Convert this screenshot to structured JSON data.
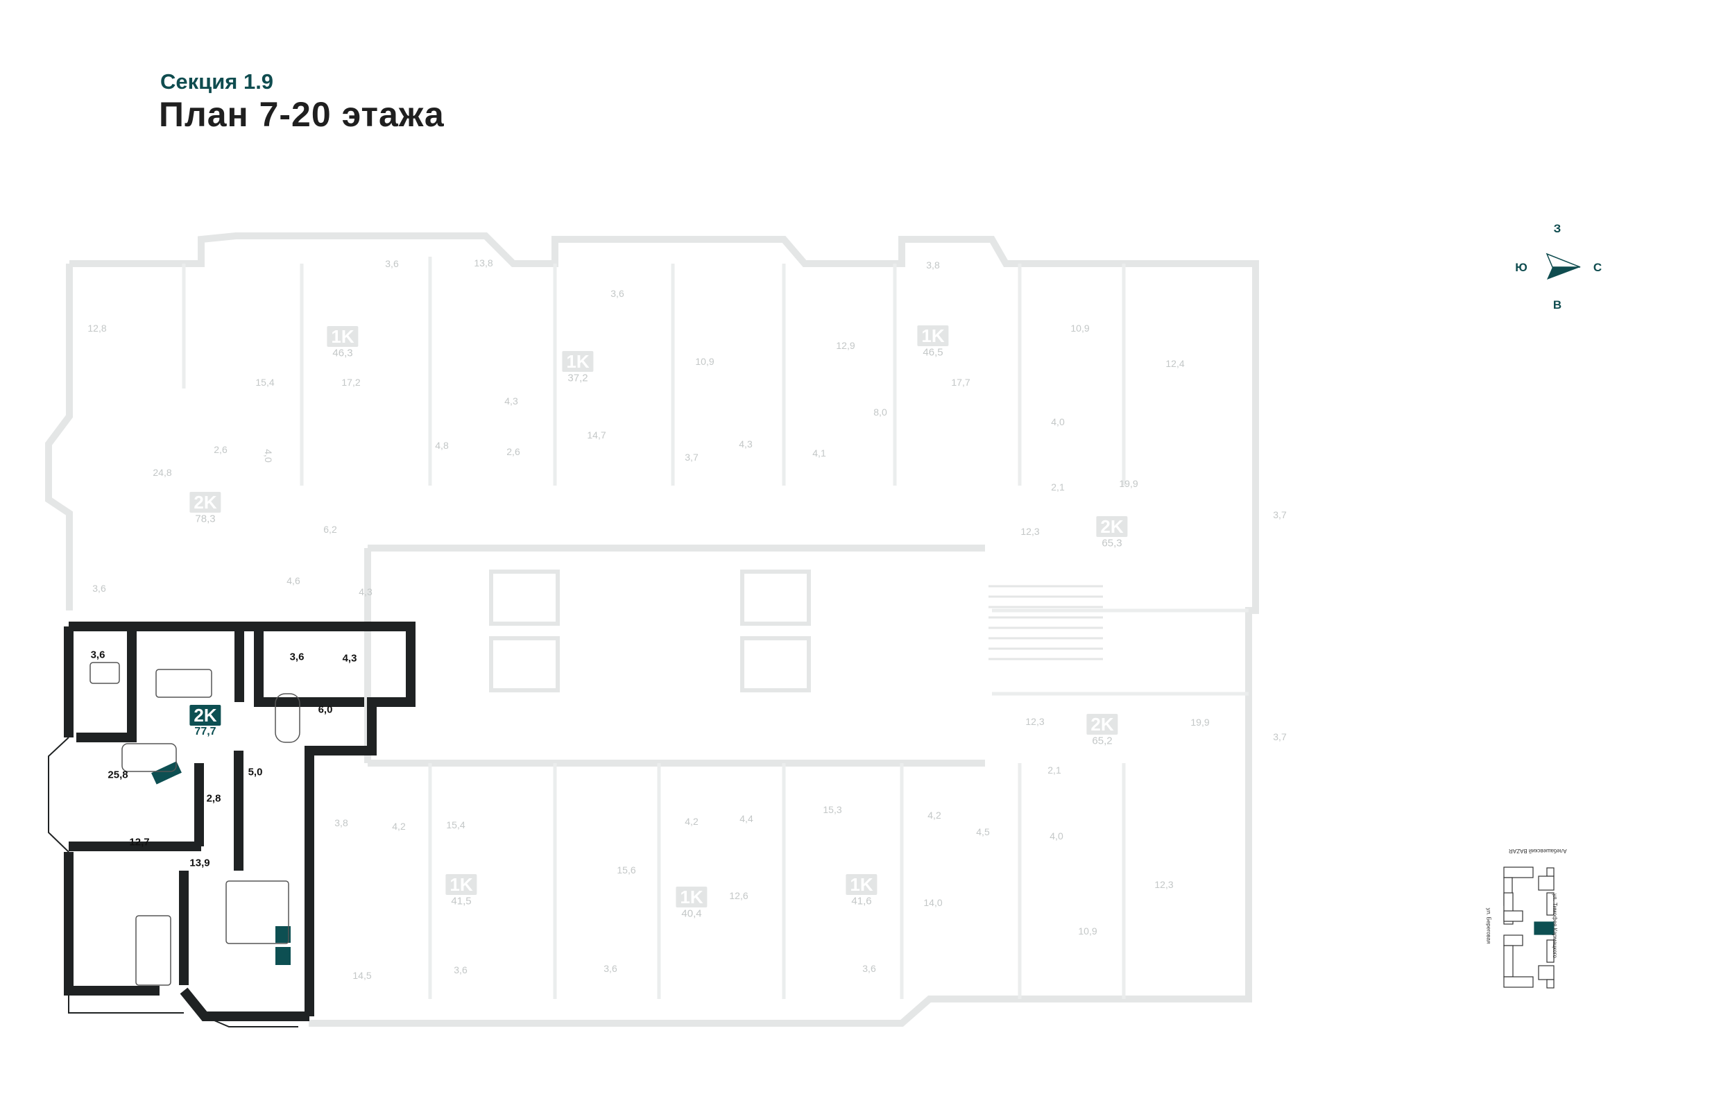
{
  "header": {
    "section": "Секция 1.9",
    "title": "План 7-20 этажа"
  },
  "compass": {
    "north": "С",
    "south": "Ю",
    "west": "З",
    "east": "В"
  },
  "colors": {
    "accent": "#0d4f52",
    "wall": "#1f2223",
    "faded": "#e6e8e8"
  },
  "selected_apartment": {
    "type": "2K",
    "area": "77,7",
    "rooms": [
      "3,6",
      "3,6",
      "4,3",
      "6,0",
      "25,8",
      "5,0",
      "2,8",
      "12,7",
      "13,9"
    ]
  },
  "apartments": [
    {
      "type": "2K",
      "area": "78,3"
    },
    {
      "type": "1K",
      "area": "46,3"
    },
    {
      "type": "1K",
      "area": "37,2"
    },
    {
      "type": "1K",
      "area": "46,5"
    },
    {
      "type": "2K",
      "area": "65,3"
    },
    {
      "type": "2K",
      "area": "65,2"
    },
    {
      "type": "1K",
      "area": "41,5"
    },
    {
      "type": "1K",
      "area": "40,4"
    },
    {
      "type": "1K",
      "area": "41,6"
    }
  ],
  "rooms": [
    "12,8",
    "15,4",
    "2,6",
    "4,0",
    "24,8",
    "3,6",
    "3,6",
    "17,2",
    "6,2",
    "4,6",
    "4,3",
    "13,8",
    "4,3",
    "4,8",
    "2,6",
    "3,6",
    "14,7",
    "10,9",
    "3,7",
    "4,3",
    "4,1",
    "12,9",
    "8,0",
    "3,8",
    "17,7",
    "4,0",
    "2,1",
    "10,9",
    "12,4",
    "19,9",
    "12,3",
    "3,7",
    "12,3",
    "19,9",
    "3,7",
    "2,1",
    "4,0",
    "4,5",
    "4,2",
    "12,3",
    "14,0",
    "10,9",
    "3,8",
    "4,2",
    "15,4",
    "15,6",
    "4,2",
    "4,4",
    "15,3",
    "12,6",
    "3,6",
    "3,6",
    "3,6",
    "14,5"
  ],
  "site_map": {
    "street_top": "Алебашевский BAZAR",
    "street_left": "ул. Береговая",
    "street_right": "ул. Тимофея Кармацкого"
  }
}
